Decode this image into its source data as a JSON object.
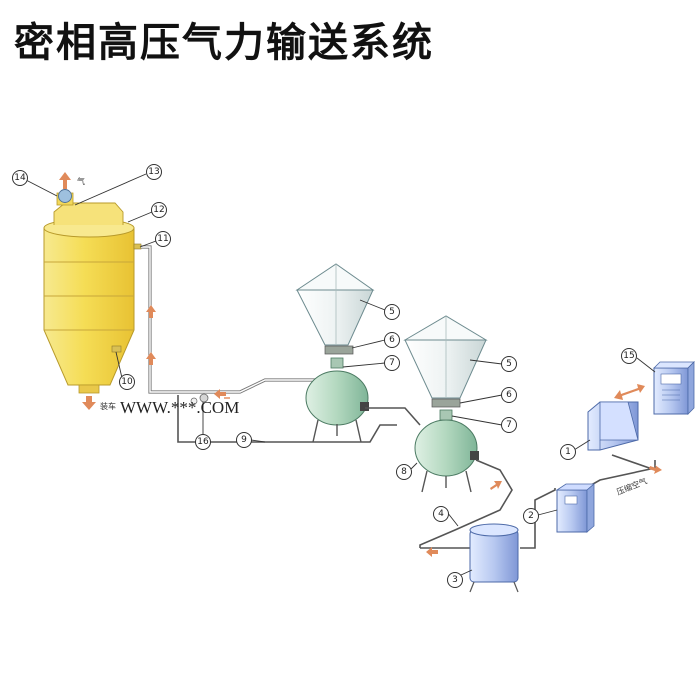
{
  "title": "密相高压气力输送系统",
  "watermark": "WWW.***.COM",
  "labels": {
    "gas": "气",
    "loading": "装车",
    "compressed_air": "压缩空气"
  },
  "callouts": [
    "1",
    "2",
    "3",
    "4",
    "5",
    "6",
    "7",
    "8",
    "9",
    "10",
    "11",
    "12",
    "13",
    "14",
    "15",
    "16"
  ],
  "colors": {
    "silo_yellow": "#f2da5a",
    "vessel_green": "#b9dcc6",
    "arrow_orange": "#e08a5a",
    "hopper_edge": "#6d8b8f"
  }
}
